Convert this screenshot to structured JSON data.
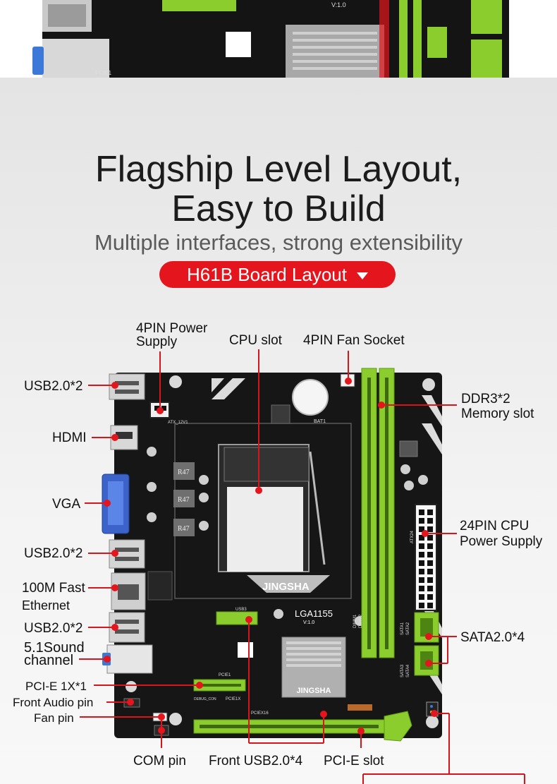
{
  "headline": {
    "line1": "Flagship Level Layout,",
    "line2": "Easy to Build",
    "subtitle": "Multiple interfaces, strong extensibility",
    "pill_label": "H61B  Board Layout"
  },
  "board_silk": {
    "socket": "LGA1155",
    "socket_ver": "V:1.0",
    "brand": "JINGSHA",
    "top_ver": "V:1.0",
    "pcie1": "PCIE1",
    "pciex16": "PCIEX16",
    "pcie1x": "PCIE1X",
    "debug": "DEBUG_CON",
    "usb3": "USB3",
    "atx": "ATX_12V1",
    "bat": "BAT1",
    "atx24": "ATX24",
    "sata1": "SATA1",
    "sata2": "SATA2",
    "sata3": "SATA3",
    "sata4": "SATA4",
    "dimm1": "DIMM1",
    "dimm2": "DIMM2",
    "r47": "R47"
  },
  "labels": {
    "pin4_power_1": "4PIN Power",
    "pin4_power_2": "Supply",
    "cpu_slot": "CPU slot",
    "fan_socket_4pin": "4PIN Fan Socket",
    "usb_top": "USB2.0*2",
    "hdmi": "HDMI",
    "vga": "VGA",
    "usb_mid": "USB2.0*2",
    "ethernet_1": "100M Fast",
    "ethernet_2": "Ethernet",
    "usb_low": "USB2.0*2",
    "sound_1": "5.1Sound",
    "sound_2": "channel",
    "pcie_1x": "PCI-E 1X*1",
    "front_audio": "Front Audio pin",
    "fan_pin": "Fan pin",
    "com_pin": "COM pin",
    "front_usb": "Front USB2.0*4",
    "pcie_slot": "PCI-E slot",
    "ddr3_1": "DDR3*2",
    "ddr3_2": "Memory slot",
    "atx24_1": "24PIN CPU",
    "atx24_2": "Power Supply",
    "sata": "SATA2.0*4"
  },
  "colors": {
    "accent_red": "#e4151c",
    "slot_green": "#8ccd2e",
    "pcb_black": "#161616"
  }
}
